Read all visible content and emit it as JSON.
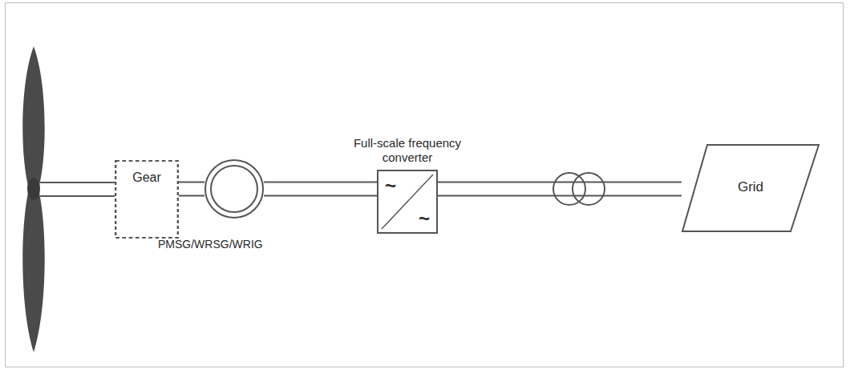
{
  "diagram": {
    "nodes": [
      {
        "text": [
          "Gear"
        ]
      },
      {
        "text": [
          "PMSG/WRSG/WRIG"
        ]
      },
      {
        "text": [
          "Full-scale frequency converter",
          "~",
          "~"
        ]
      },
      {
        "text": [
          "Grid"
        ]
      }
    ],
    "edges": [
      {
        "from": 0,
        "to": 1,
        "arrow": "none"
      },
      {
        "from": 1,
        "to": 2,
        "arrow": "none"
      },
      {
        "from": 2,
        "to": 3,
        "arrow": "none"
      }
    ]
  }
}
